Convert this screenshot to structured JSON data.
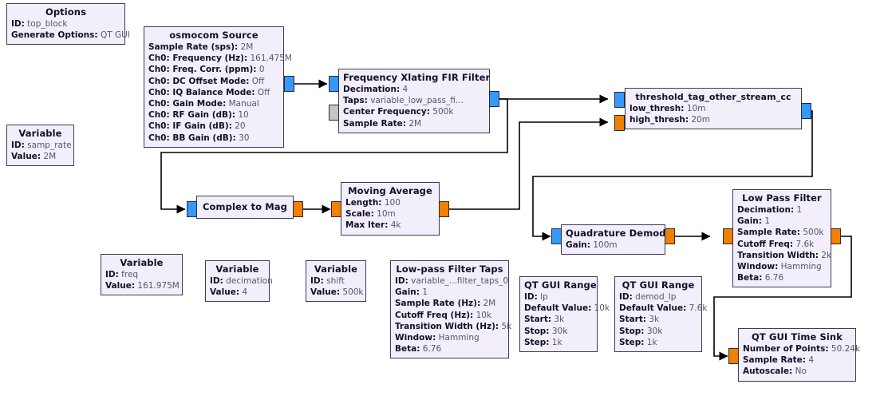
{
  "app": {
    "kind": "gnuradio-companion-flowgraph"
  },
  "blocks": [
    {
      "key": "options",
      "title": "Options",
      "params": [
        {
          "label": "ID:",
          "value": "top_block"
        },
        {
          "label": "Generate Options:",
          "value": "QT GUI"
        }
      ]
    },
    {
      "key": "variable_samp_rate",
      "title": "Variable",
      "params": [
        {
          "label": "ID:",
          "value": "samp_rate"
        },
        {
          "label": "Value:",
          "value": "2M"
        }
      ]
    },
    {
      "key": "osmocom_source",
      "title": "osmocom Source",
      "params": [
        {
          "label": "Sample Rate (sps):",
          "value": "2M"
        },
        {
          "label": "Ch0: Frequency (Hz):",
          "value": "161.475M"
        },
        {
          "label": "Ch0: Freq. Corr. (ppm):",
          "value": "0"
        },
        {
          "label": "Ch0: DC Offset Mode:",
          "value": "Off"
        },
        {
          "label": "Ch0: IQ Balance Mode:",
          "value": "Off"
        },
        {
          "label": "Ch0: Gain Mode:",
          "value": "Manual"
        },
        {
          "label": "Ch0: RF Gain (dB):",
          "value": "10"
        },
        {
          "label": "Ch0: IF Gain (dB):",
          "value": "20"
        },
        {
          "label": "Ch0: BB Gain (dB):",
          "value": "30"
        }
      ]
    },
    {
      "key": "freq_xlating_fir_filter",
      "title": "Frequency Xlating FIR Filter",
      "params": [
        {
          "label": "Decimation:",
          "value": "4"
        },
        {
          "label": "Taps:",
          "value": "variable_low_pass_fi..."
        },
        {
          "label": "Center Frequency:",
          "value": "500k"
        },
        {
          "label": "Sample Rate:",
          "value": "2M"
        }
      ]
    },
    {
      "key": "threshold_tag_other_stream_cc",
      "title": "threshold_tag_other_stream_cc",
      "params": [
        {
          "label": "low_thresh:",
          "value": "10m"
        },
        {
          "label": "high_thresh:",
          "value": "20m"
        }
      ]
    },
    {
      "key": "complex_to_mag",
      "title": "Complex to Mag",
      "params": []
    },
    {
      "key": "moving_average",
      "title": "Moving Average",
      "params": [
        {
          "label": "Length:",
          "value": "100"
        },
        {
          "label": "Scale:",
          "value": "10m"
        },
        {
          "label": "Max Iter:",
          "value": "4k"
        }
      ]
    },
    {
      "key": "quadrature_demod",
      "title": "Quadrature Demod",
      "params": [
        {
          "label": "Gain:",
          "value": "100m"
        }
      ]
    },
    {
      "key": "low_pass_filter",
      "title": "Low Pass Filter",
      "params": [
        {
          "label": "Decimation:",
          "value": "1"
        },
        {
          "label": "Gain:",
          "value": "1"
        },
        {
          "label": "Sample Rate:",
          "value": "500k"
        },
        {
          "label": "Cutoff Freq:",
          "value": "7.6k"
        },
        {
          "label": "Transition Width:",
          "value": "2k"
        },
        {
          "label": "Window:",
          "value": "Hamming"
        },
        {
          "label": "Beta:",
          "value": "6.76"
        }
      ]
    },
    {
      "key": "variable_freq",
      "title": "Variable",
      "params": [
        {
          "label": "ID:",
          "value": "freq"
        },
        {
          "label": "Value:",
          "value": "161.975M"
        }
      ]
    },
    {
      "key": "variable_decimation",
      "title": "Variable",
      "params": [
        {
          "label": "ID:",
          "value": "decimation"
        },
        {
          "label": "Value:",
          "value": "4"
        }
      ]
    },
    {
      "key": "variable_shift",
      "title": "Variable",
      "params": [
        {
          "label": "ID:",
          "value": "shift"
        },
        {
          "label": "Value:",
          "value": "500k"
        }
      ]
    },
    {
      "key": "low_pass_filter_taps",
      "title": "Low-pass Filter Taps",
      "params": [
        {
          "label": "ID:",
          "value": "variable_...filter_taps_0"
        },
        {
          "label": "Gain:",
          "value": "1"
        },
        {
          "label": "Sample Rate (Hz):",
          "value": "2M"
        },
        {
          "label": "Cutoff Freq (Hz):",
          "value": "10k"
        },
        {
          "label": "Transition Width (Hz):",
          "value": "5k"
        },
        {
          "label": "Window:",
          "value": "Hamming"
        },
        {
          "label": "Beta:",
          "value": "6.76"
        }
      ]
    },
    {
      "key": "qt_gui_range_lp",
      "title": "QT GUI Range",
      "params": [
        {
          "label": "ID:",
          "value": "lp"
        },
        {
          "label": "Default Value:",
          "value": "10k"
        },
        {
          "label": "Start:",
          "value": "3k"
        },
        {
          "label": "Stop:",
          "value": "30k"
        },
        {
          "label": "Step:",
          "value": "1k"
        }
      ]
    },
    {
      "key": "qt_gui_range_demod_lp",
      "title": "QT GUI Range",
      "params": [
        {
          "label": "ID:",
          "value": "demod_lp"
        },
        {
          "label": "Default Value:",
          "value": "7.6k"
        },
        {
          "label": "Start:",
          "value": "3k"
        },
        {
          "label": "Stop:",
          "value": "30k"
        },
        {
          "label": "Step:",
          "value": "1k"
        }
      ]
    },
    {
      "key": "qt_gui_time_sink",
      "title": "QT GUI Time Sink",
      "params": [
        {
          "label": "Number of Points:",
          "value": "50.24k"
        },
        {
          "label": "Sample Rate:",
          "value": "4"
        },
        {
          "label": "Autoscale:",
          "value": "No"
        }
      ]
    }
  ],
  "colors": {
    "block_fill": "#f2eefa",
    "block_border": "#3b3b5c",
    "label_text": "#101028",
    "value_text": "#55556e",
    "port_complex": "#3399ff",
    "port_float": "#f08000",
    "port_message": "#c4c4c4",
    "wire": "#000000",
    "canvas": "#ffffff"
  }
}
